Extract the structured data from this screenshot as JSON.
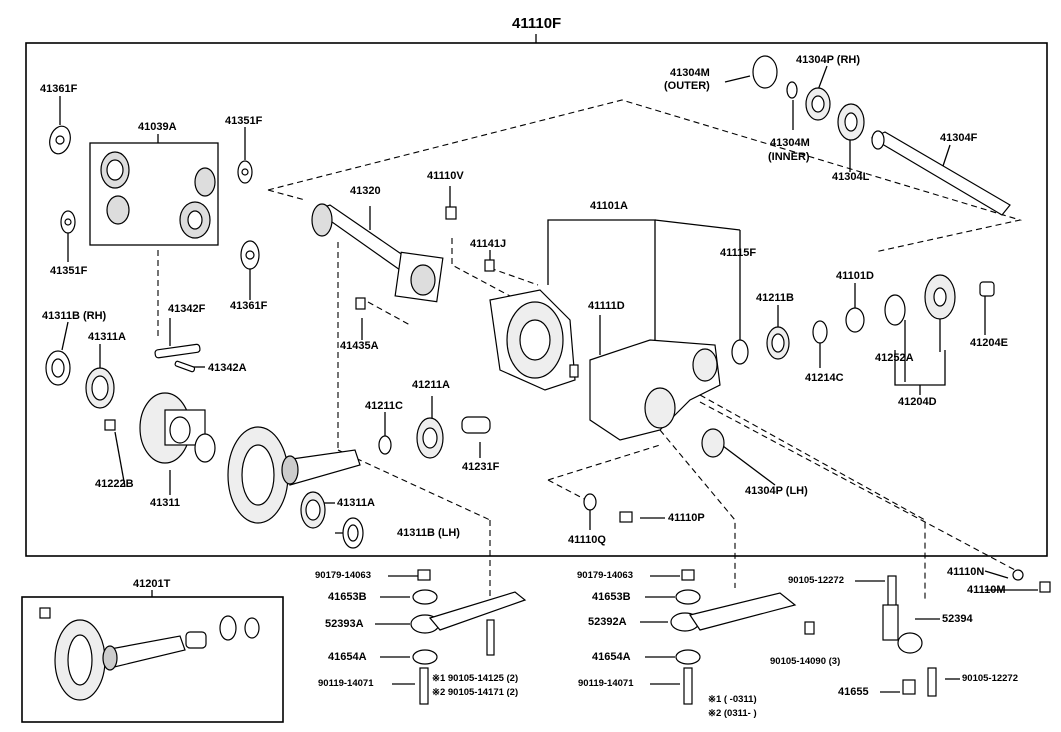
{
  "title": "41110F",
  "labels": {
    "p41361F_top": "41361F",
    "p41039A": "41039A",
    "p41351F_top": "41351F",
    "p41351F_bot": "41351F",
    "p41361F_bot": "41361F",
    "p41342F": "41342F",
    "p41342A": "41342A",
    "p41311B_rh": "41311B (RH)",
    "p41311A_top": "41311A",
    "p41222B": "41222B",
    "p41311": "41311",
    "p41311A_bot": "41311A",
    "p41311B_lh": "41311B (LH)",
    "p41320": "41320",
    "p41110V": "41110V",
    "p41435A": "41435A",
    "p41211C": "41211C",
    "p41211A": "41211A",
    "p41231F": "41231F",
    "p41101A": "41101A",
    "p41141J": "41141J",
    "p41111D": "41111D",
    "p41115F": "41115F",
    "p41211B": "41211B",
    "p41101D": "41101D",
    "p41214C": "41214C",
    "p41252A": "41252A",
    "p41204D": "41204D",
    "p41204E": "41204E",
    "p41304M_outer_a": "41304M",
    "p41304M_outer_b": "(OUTER)",
    "p41304P_rh": "41304P (RH)",
    "p41304M_inner_a": "41304M",
    "p41304M_inner_b": "(INNER)",
    "p41304L": "41304L",
    "p41304F": "41304F",
    "p41304P_lh": "41304P (LH)",
    "p41110P": "41110P",
    "p41110Q": "41110Q",
    "p41110N": "41110N",
    "p41110M": "41110M",
    "p41201T": "41201T",
    "l_90179_a": "90179-14063",
    "l_41653B_a": "41653B",
    "l_52393A": "52393A",
    "l_41654A_a": "41654A",
    "l_90119_a": "90119-14071",
    "l_note1_a": "※1 90105-14125 (2)",
    "l_note2_a": "※2 90105-14171 (2)",
    "l_90179_b": "90179-14063",
    "l_41653B_b": "41653B",
    "l_52392A": "52392A",
    "l_41654A_b": "41654A",
    "l_90119_b": "90119-14071",
    "l_90105_14090": "90105-14090 (3)",
    "l_90105_12272_a": "90105-12272",
    "l_52394": "52394",
    "l_41655": "41655",
    "l_90105_12272_b": "90105-12272",
    "l_foot1": "※1 (        -0311)",
    "l_foot2": "※2 (0311-        )"
  }
}
